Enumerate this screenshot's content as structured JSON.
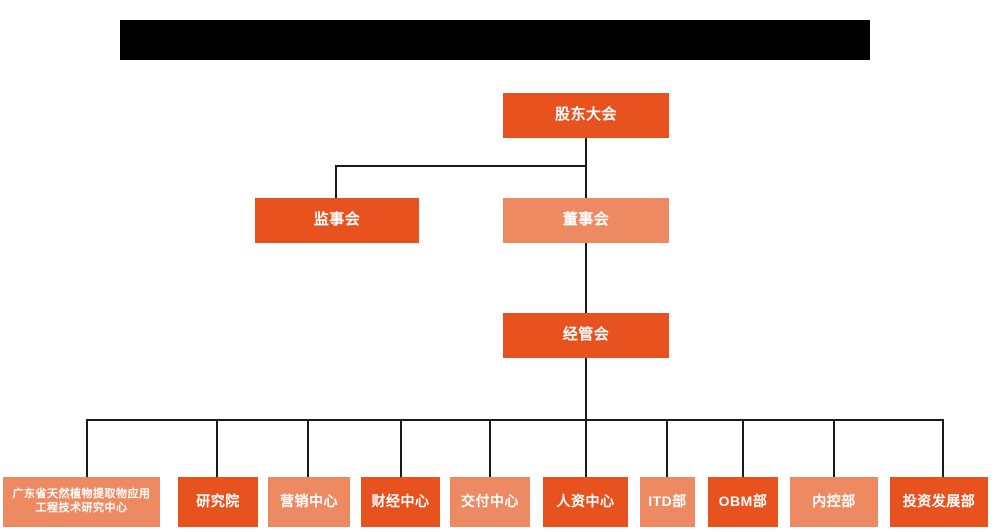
{
  "chart": {
    "type": "org-chart",
    "title_banner": {
      "text": "",
      "background": "#000000",
      "note": "solid black banner, no legible text"
    },
    "palette": {
      "primary": "#E8521F",
      "secondary": "#EE8A61",
      "connector": "#1a1a1a",
      "text": "#ffffff",
      "background": "#ffffff"
    },
    "levels": [
      {
        "level": 1,
        "nodes": [
          {
            "id": "shareholders",
            "label": "股东大会",
            "color": "primary"
          }
        ]
      },
      {
        "level": 2,
        "nodes": [
          {
            "id": "supervisors",
            "label": "监事会",
            "color": "primary"
          },
          {
            "id": "directors",
            "label": "董事会",
            "color": "secondary"
          }
        ]
      },
      {
        "level": 3,
        "nodes": [
          {
            "id": "management",
            "label": "经管会",
            "color": "primary"
          }
        ]
      },
      {
        "level": 4,
        "nodes": [
          {
            "id": "dept-1",
            "label": "广东省天然植物提取物应用工程技术研究中心",
            "color": "secondary"
          },
          {
            "id": "dept-2",
            "label": "研究院",
            "color": "primary"
          },
          {
            "id": "dept-3",
            "label": "营销中心",
            "color": "secondary"
          },
          {
            "id": "dept-4",
            "label": "财经中心",
            "color": "primary"
          },
          {
            "id": "dept-5",
            "label": "交付中心",
            "color": "secondary"
          },
          {
            "id": "dept-6",
            "label": "人资中心",
            "color": "primary"
          },
          {
            "id": "dept-7",
            "label": "ITD部",
            "color": "secondary"
          },
          {
            "id": "dept-8",
            "label": "OBM部",
            "color": "primary"
          },
          {
            "id": "dept-9",
            "label": "内控部",
            "color": "secondary"
          },
          {
            "id": "dept-10",
            "label": "投资发展部",
            "color": "primary"
          }
        ]
      }
    ]
  },
  "nodes": {
    "shareholders": "股东大会",
    "supervisors": "监事会",
    "directors": "董事会",
    "management": "经管会",
    "dept1": "广东省天然植物提取物应用工程技术研究中心",
    "dept2": "研究院",
    "dept3": "营销中心",
    "dept4": "财经中心",
    "dept5": "交付中心",
    "dept6": "人资中心",
    "dept7": "ITD部",
    "dept8": "OBM部",
    "dept9": "内控部",
    "dept10": "投资发展部"
  },
  "banner": {
    "text": ""
  }
}
